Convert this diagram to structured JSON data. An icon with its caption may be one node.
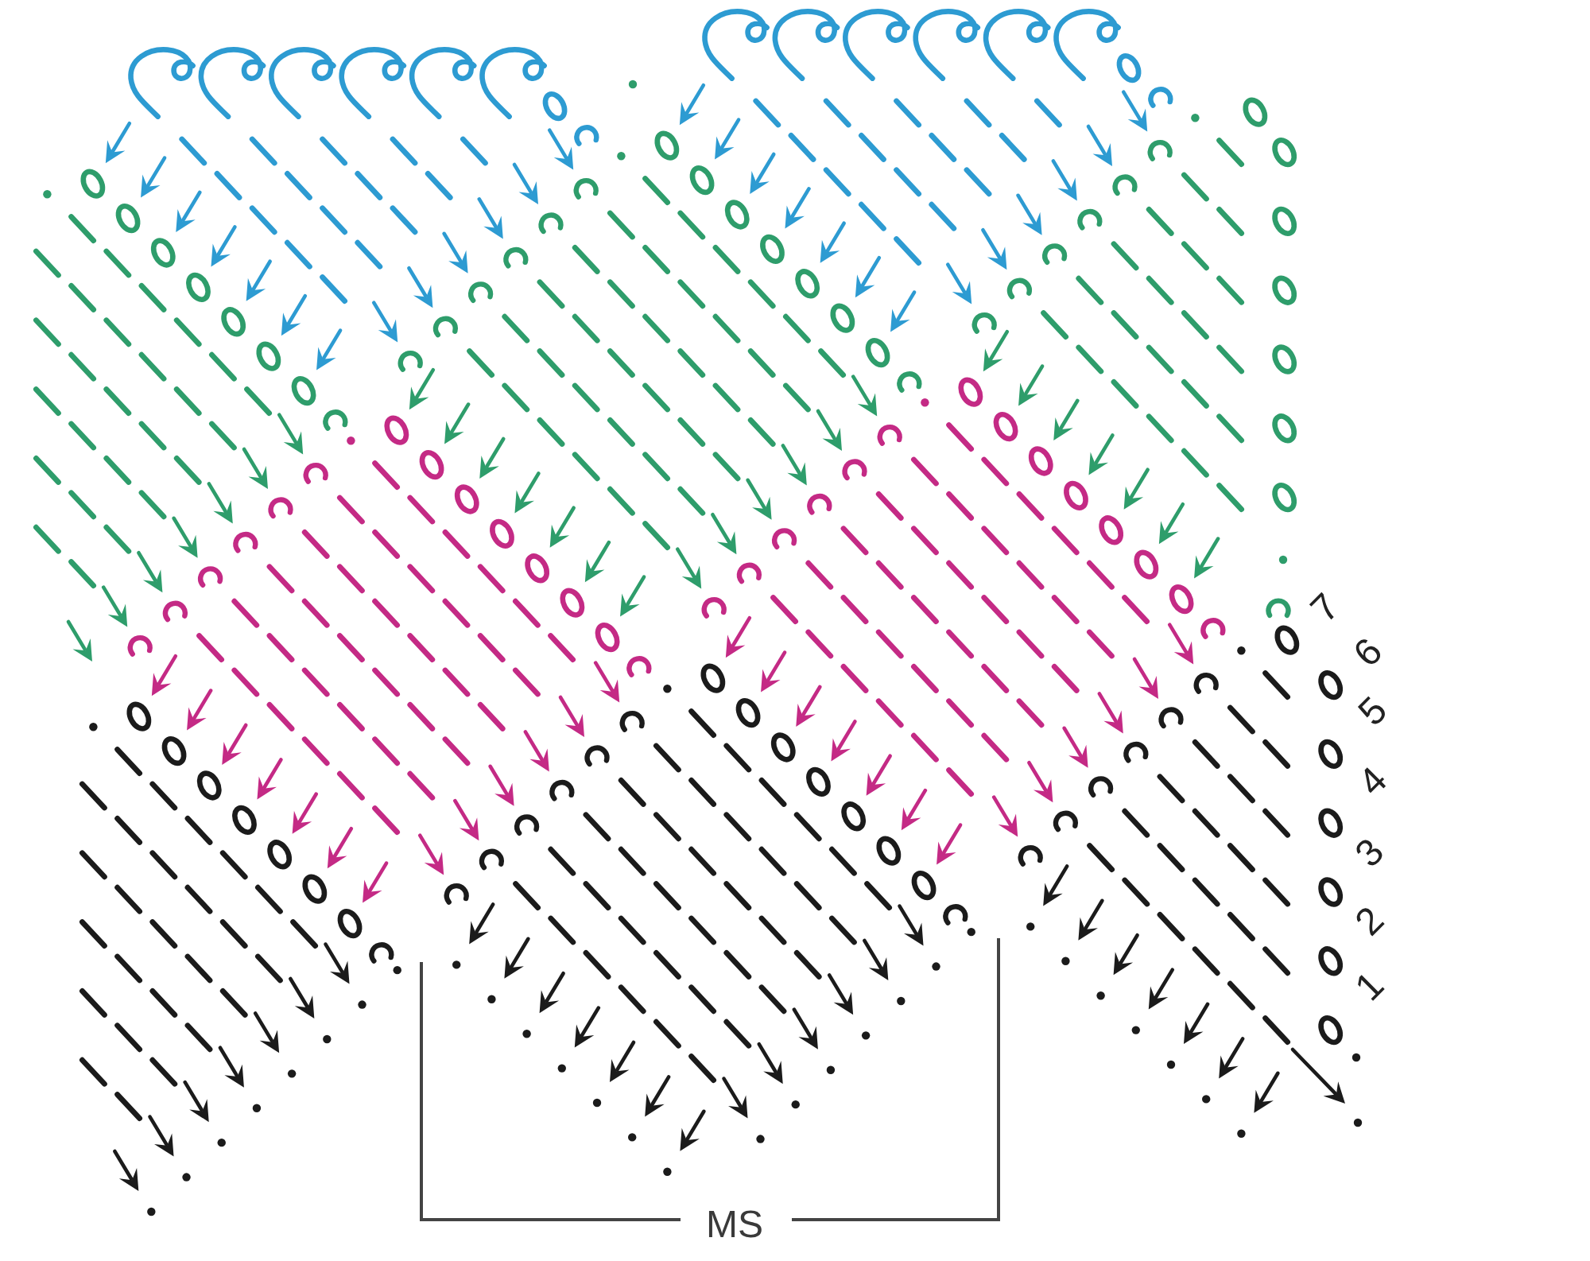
{
  "diagram": {
    "labels": [
      "7",
      "6",
      "5",
      "4",
      "3",
      "2",
      "1",
      "MS"
    ]
  }
}
